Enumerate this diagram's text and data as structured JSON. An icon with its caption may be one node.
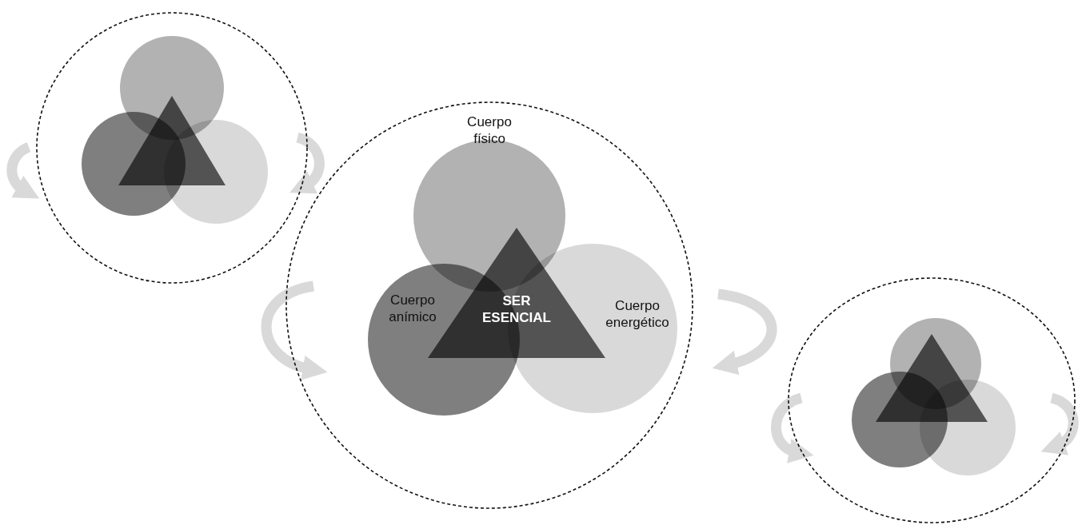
{
  "diagram": {
    "nodes": [
      {
        "text": [],
        "shape": "circle"
      },
      {
        "text": [],
        "shape": "circle",
        "in": 0
      },
      {
        "text": [],
        "shape": "circle",
        "in": 0
      },
      {
        "text": [],
        "shape": "circle",
        "in": 0
      },
      {
        "text": [],
        "shape": "triangle",
        "in": 0
      },
      {
        "text": [],
        "shape": "circle"
      },
      {
        "text": [
          "Cuerpo físico"
        ],
        "in": 5
      },
      {
        "text": [
          "Cuerpo anímico"
        ],
        "in": 5
      },
      {
        "text": [
          "Cuerpo energético"
        ],
        "in": 5
      },
      {
        "text": [
          "SER ESENCIAL"
        ],
        "in": 5
      },
      {
        "text": [],
        "shape": "circle"
      },
      {
        "text": [],
        "shape": "circle",
        "in": 10
      },
      {
        "text": [],
        "shape": "circle",
        "in": 10
      },
      {
        "text": [],
        "shape": "circle",
        "in": 10
      },
      {
        "text": [],
        "shape": "triangle",
        "in": 10
      }
    ]
  }
}
